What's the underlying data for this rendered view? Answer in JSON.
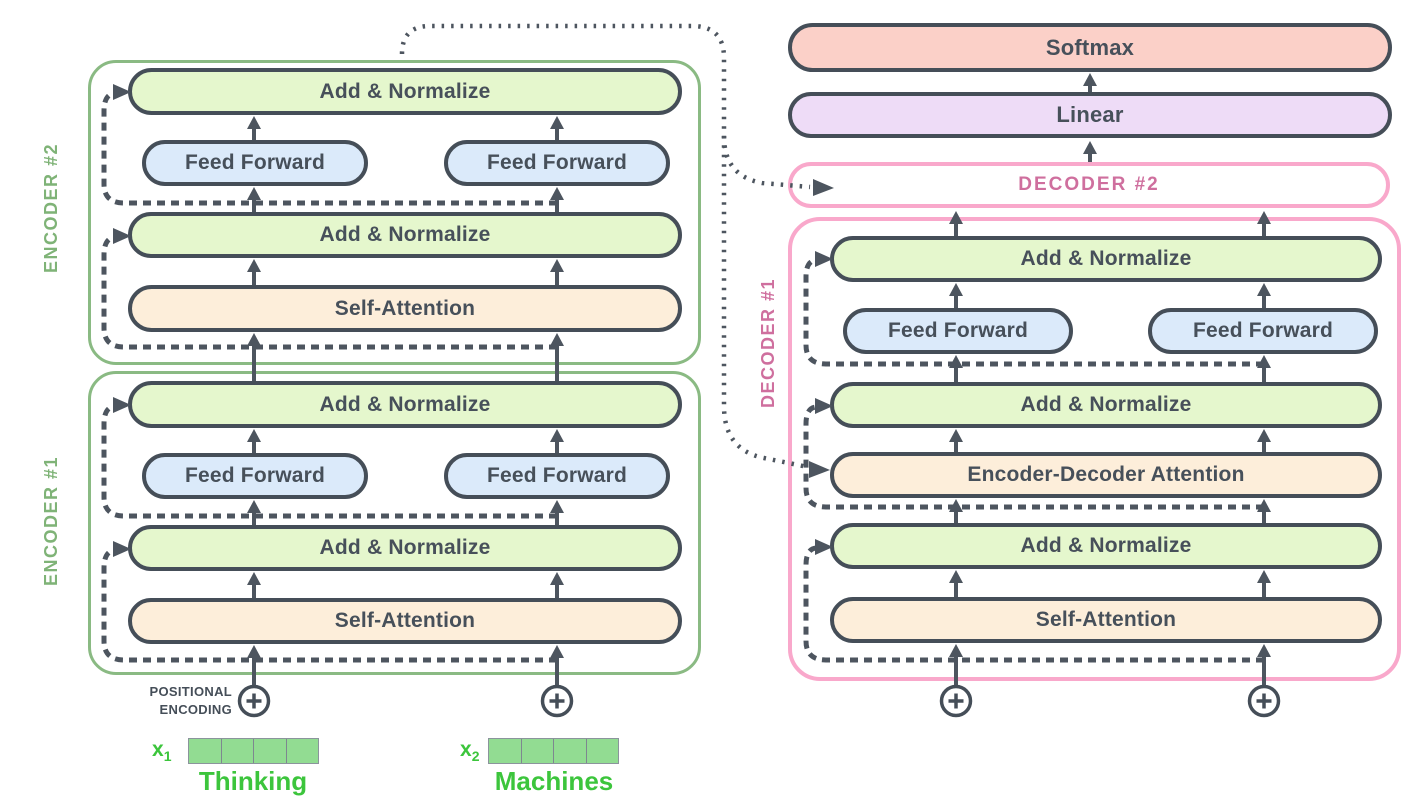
{
  "colors": {
    "pill_border": "#454e58",
    "arrow_stroke": "#4d555f",
    "add_normalize_fill": "#e5f7cd",
    "feed_forward_fill": "#dbeafa",
    "attention_fill": "#fdeeda",
    "softmax_fill": "#fbd0c8",
    "linear_fill": "#eedcf7",
    "encoder_box_border": "#8aba83",
    "encoder_label_green": "#7fb377",
    "decoder_box_border": "#f9a8cb",
    "decoder_label_pink": "#cf6f9e",
    "input_text_green": "#3cc53c",
    "vector_cell_fill": "#92dc92"
  },
  "encoder2": {
    "side_label": "ENCODER #2",
    "add_normalize_top": "Add & Normalize",
    "feed_forward_left": "Feed Forward",
    "feed_forward_right": "Feed Forward",
    "add_normalize_bottom": "Add & Normalize",
    "self_attention": "Self-Attention"
  },
  "encoder1": {
    "side_label": "ENCODER #1",
    "add_normalize_top": "Add & Normalize",
    "feed_forward_left": "Feed Forward",
    "feed_forward_right": "Feed Forward",
    "add_normalize_bottom": "Add & Normalize",
    "self_attention": "Self-Attention"
  },
  "output_stack": {
    "softmax": "Softmax",
    "linear": "Linear",
    "decoder2_label": "DECODER #2"
  },
  "decoder1": {
    "side_label": "DECODER #1",
    "add_normalize_top": "Add & Normalize",
    "feed_forward_left": "Feed Forward",
    "feed_forward_right": "Feed Forward",
    "add_normalize_mid": "Add & Normalize",
    "encoder_decoder_attention": "Encoder-Decoder Attention",
    "add_normalize_bottom": "Add & Normalize",
    "self_attention": "Self-Attention"
  },
  "inputs": {
    "positional_encoding_line1": "POSITIONAL",
    "positional_encoding_line2": "ENCODING",
    "x1_base": "x",
    "x1_sub": "1",
    "word1": "Thinking",
    "x2_base": "x",
    "x2_sub": "2",
    "word2": "Machines",
    "vector_cell_count": 4
  }
}
